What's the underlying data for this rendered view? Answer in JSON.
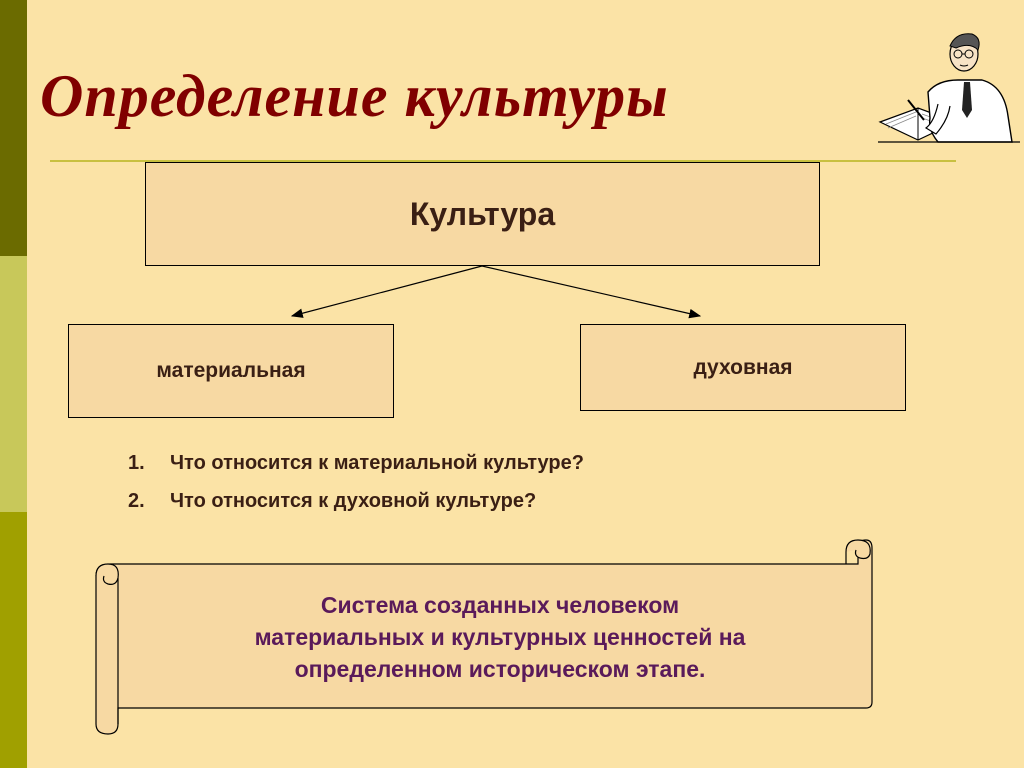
{
  "title": "Определение культуры",
  "diagram": {
    "root": "Культура",
    "left": "материальная",
    "right": "духовная"
  },
  "questions": [
    {
      "num": "1.",
      "text": "Что относится к материальной культуре?"
    },
    {
      "num": "2.",
      "text": "Что относится к духовной культуре?"
    }
  ],
  "definition": {
    "line1": "Система созданных человеком",
    "line2": "материальных и культурных ценностей на",
    "line3": "определенном историческом этапе."
  },
  "colors": {
    "background": "#fbe3a6",
    "title": "#800000",
    "definition_text": "#5a1a5a",
    "box_fill": "#f7d9a3"
  },
  "icons": {
    "illustration": "writing-man-clipart"
  }
}
